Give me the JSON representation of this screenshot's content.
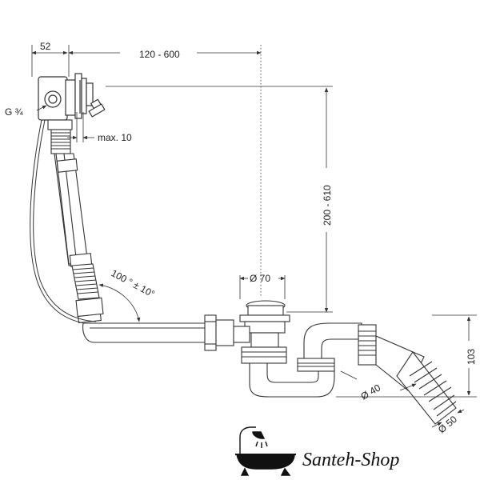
{
  "dimensions": {
    "width_top": "52",
    "length_range": "120 - 600",
    "thread": "G ¾",
    "max_offset": "max. 10",
    "height_range": "200 - 610",
    "overflow_diameter": "Ø 70",
    "angle": "100 ° ± 10°",
    "trap_height": "103",
    "pipe_diameter_40": "Ø 40",
    "pipe_diameter_50": "Ø 50"
  },
  "brand": {
    "name": "Santeh-Shop",
    "icon": "bathtub-shower-icon"
  },
  "colors": {
    "line": "#333333",
    "text": "#222222"
  }
}
